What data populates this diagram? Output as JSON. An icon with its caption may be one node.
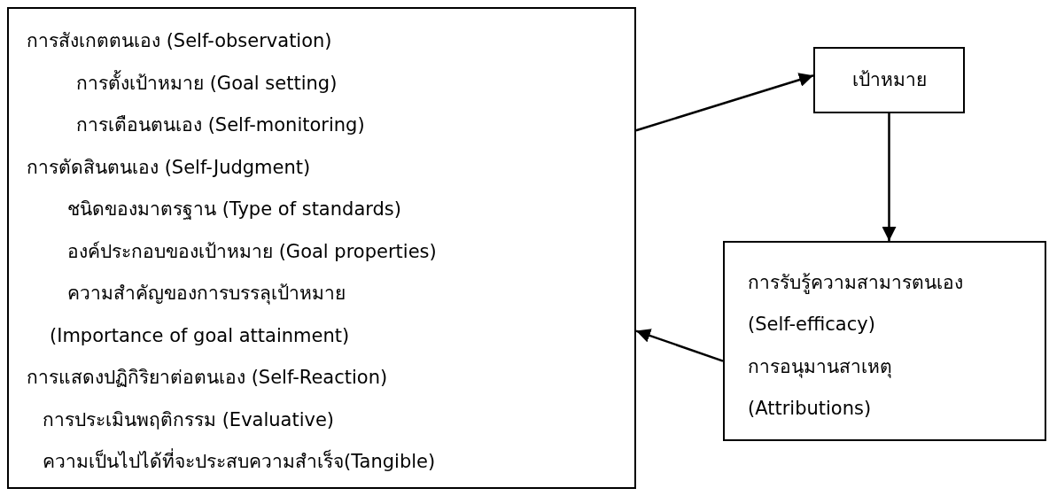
{
  "diagram": {
    "nodes": [
      {
        "text": [
          "การสังเกตตนเอง (Self-observation)",
          "การตั้งเป้าหมาย (Goal setting)",
          "การเตือนตนเอง (Self-monitoring)",
          "การตัดสินตนเอง (Self-Judgment)",
          "ชนิดของมาตรฐาน (Type of standards)",
          "องค์ประกอบของเป้าหมาย (Goal properties)",
          "ความสำคัญของการบรรลุเป้าหมาย",
          "(Importance of goal attainment)",
          "การแสดงปฏิกิริยาต่อตนเอง (Self-Reaction)",
          "การประเมินพฤติกรรม (Evaluative)",
          "ความเป็นไปได้ที่จะประสบความสำเร็จ(Tangible)"
        ]
      },
      {
        "text": [
          "เป้าหมาย"
        ]
      },
      {
        "text": [
          "การรับรู้ความสามารตนเอง (Self-efficacy)",
          "การอนุมานสาเหตุ (Attributions)"
        ]
      }
    ],
    "edges": [
      {
        "from": 0,
        "to": 1,
        "arrow": "to"
      },
      {
        "from": 1,
        "to": 2,
        "arrow": "to"
      },
      {
        "from": 2,
        "to": 0,
        "arrow": "to"
      }
    ]
  }
}
